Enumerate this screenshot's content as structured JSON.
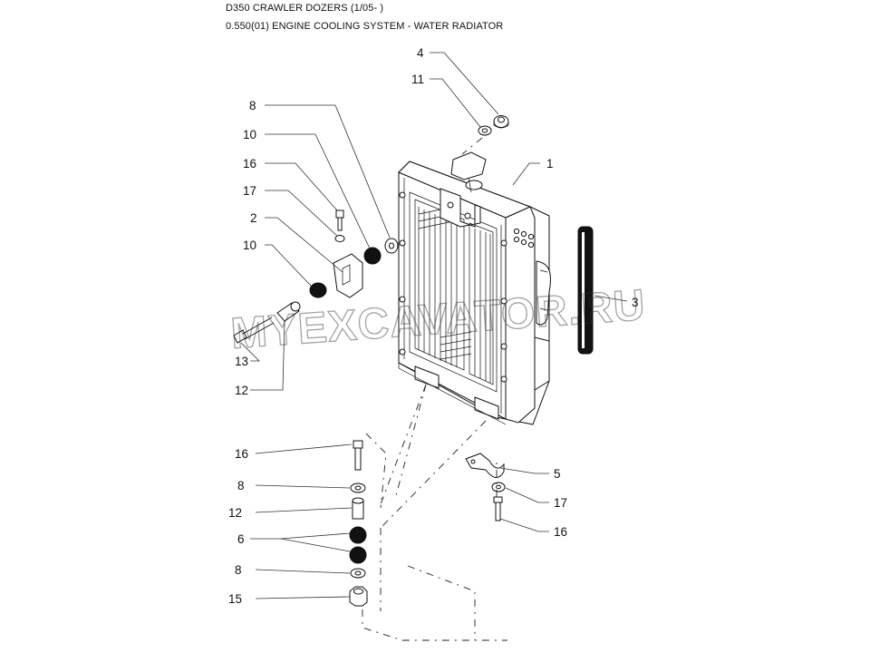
{
  "header": {
    "line1": "D350 CRAWLER DOZERS (1/05- )",
    "line2": "0.550(01) ENGINE COOLING SYSTEM - WATER RADIATOR"
  },
  "watermark": "MYEXCAVATOR.RU",
  "callouts": {
    "c4": "4",
    "c11": "11",
    "c8a": "8",
    "c10a": "10",
    "c16a": "16",
    "c17a": "17",
    "c2": "2",
    "c10b": "10",
    "c13": "13",
    "c12a": "12",
    "c1": "1",
    "c3": "3",
    "c16b": "16",
    "c8b": "8",
    "c12b": "12",
    "c6": "6",
    "c8c": "8",
    "c15": "15",
    "c5": "5",
    "c17b": "17",
    "c16c": "16"
  }
}
